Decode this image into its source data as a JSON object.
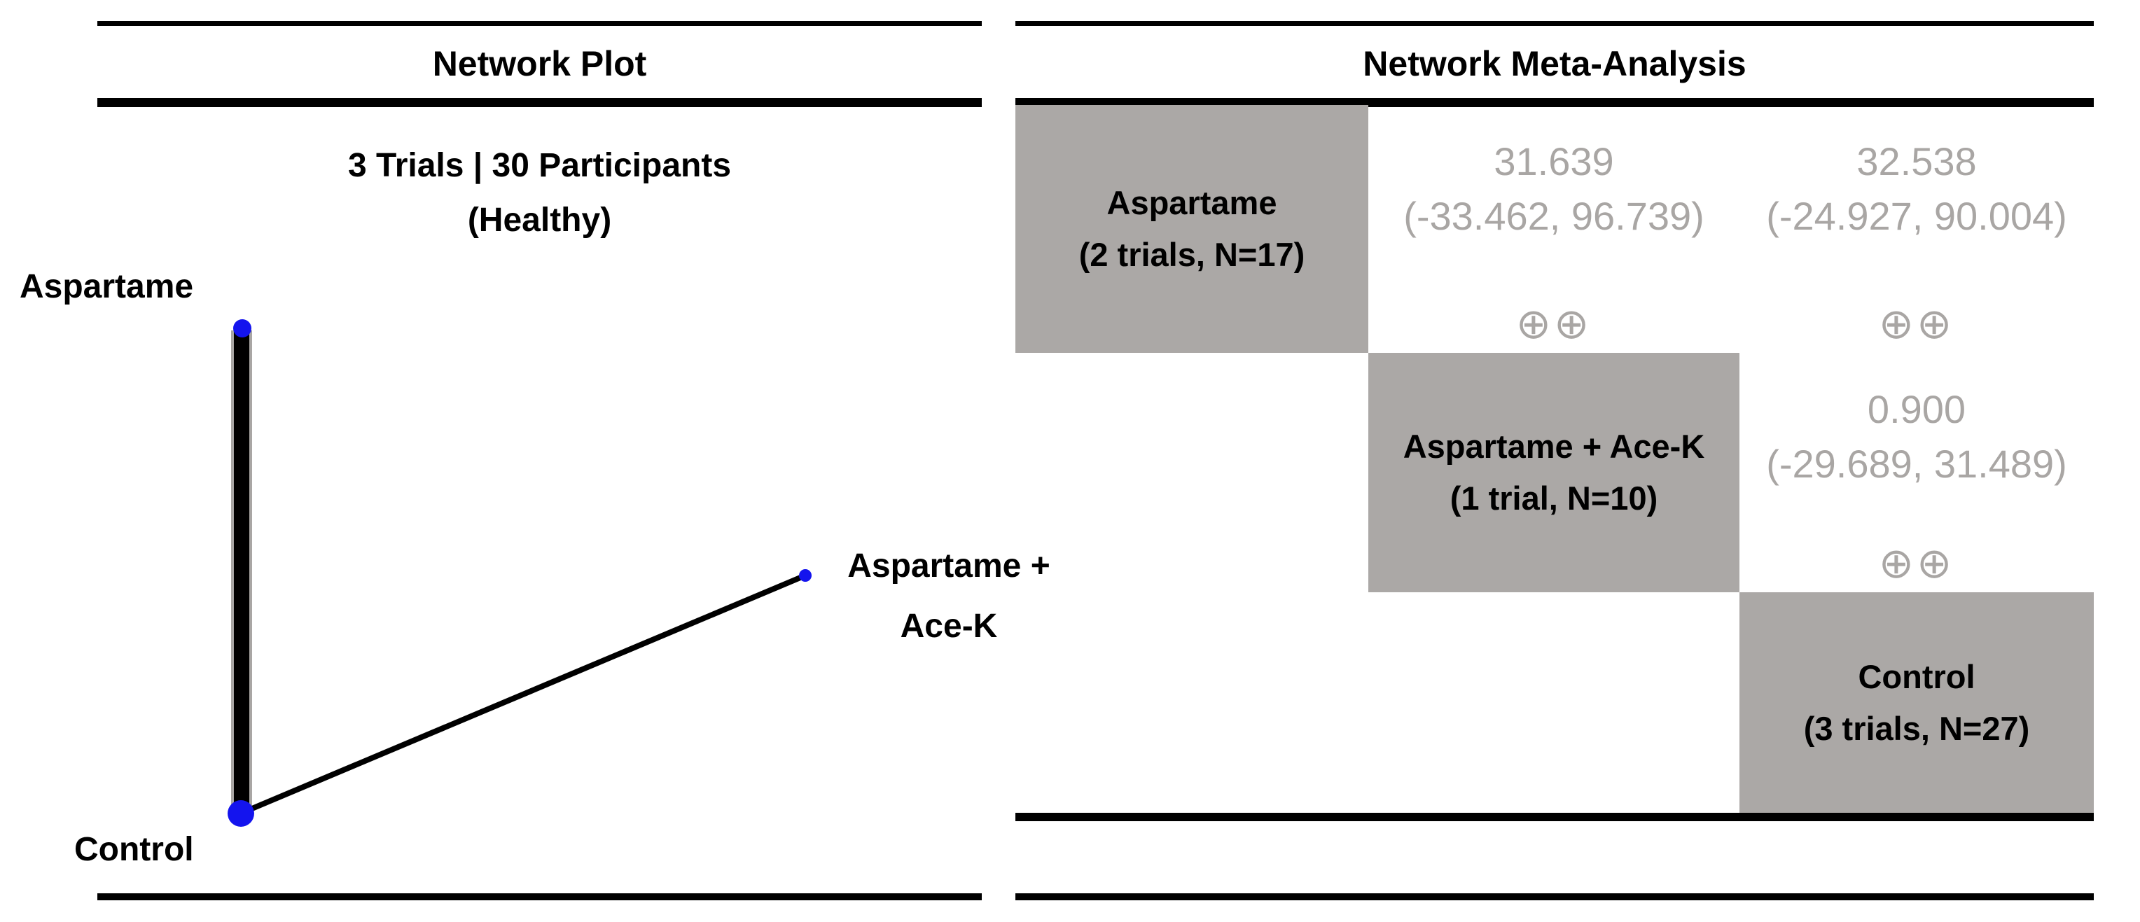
{
  "figure": {
    "left_panel": {
      "title": "Network Plot",
      "subtitle_line1": "3 Trials | 30 Participants",
      "subtitle_line2": "(Healthy)",
      "node_labels": {
        "aspartame": "Aspartame",
        "aspartame_acek_line1": "Aspartame +",
        "aspartame_acek_line2": "Ace-K",
        "control": "Control"
      }
    },
    "right_panel": {
      "title": "Network Meta-Analysis",
      "diagonal": [
        {
          "name": "Aspartame",
          "detail": "(2 trials, N=17)"
        },
        {
          "name": "Aspartame + Ace-K",
          "detail": "(1 trial, N=10)"
        },
        {
          "name": "Control",
          "detail": "(3 trials, N=27)"
        }
      ],
      "comparisons": [
        {
          "estimate": "31.639",
          "ci": "(-33.462, 96.739)",
          "grade": "⊕⊕"
        },
        {
          "estimate": "32.538",
          "ci": "(-24.927, 90.004)",
          "grade": "⊕⊕"
        },
        {
          "estimate": "0.900",
          "ci": "(-29.689, 31.489)",
          "grade": "⊕⊕"
        }
      ]
    },
    "colors": {
      "cell_gray": "#ABA8A6",
      "muted_text": "#A9A6A4",
      "node_blue": "#1414EE",
      "black": "#000000"
    }
  },
  "chart_data": [
    {
      "type": "scatter",
      "subtype": "network-plot",
      "title": "Network Plot",
      "subtitle": "3 Trials | 30 Participants (Healthy)",
      "nodes": [
        {
          "label": "Aspartame",
          "trials": 2,
          "n": 17,
          "node_size": "small"
        },
        {
          "label": "Aspartame + Ace-K",
          "trials": 1,
          "n": 10,
          "node_size": "small"
        },
        {
          "label": "Control",
          "trials": 3,
          "n": 27,
          "node_size": "large"
        }
      ],
      "edges": [
        {
          "from": "Aspartame",
          "to": "Control",
          "line_width": "thick",
          "trials": 2
        },
        {
          "from": "Aspartame + Ace-K",
          "to": "Control",
          "line_width": "thin",
          "trials": 1
        }
      ],
      "node_color": "#1414EE",
      "edge_color": "#000000"
    },
    {
      "type": "table",
      "subtype": "league-table",
      "title": "Network Meta-Analysis",
      "layout": "diagonal treatments (gray), upper triangle shows effect estimate (95% CI) and GRADE certainty symbols",
      "treatments": [
        "Aspartame (2 trials, N=17)",
        "Aspartame + Ace-K (1 trial, N=10)",
        "Control (3 trials, N=27)"
      ],
      "comparisons": [
        {
          "row": "Aspartame",
          "col": "Aspartame + Ace-K",
          "estimate": 31.639,
          "ci_low": -33.462,
          "ci_high": 96.739,
          "grade": "⊕⊕"
        },
        {
          "row": "Aspartame",
          "col": "Control",
          "estimate": 32.538,
          "ci_low": -24.927,
          "ci_high": 90.004,
          "grade": "⊕⊕"
        },
        {
          "row": "Aspartame + Ace-K",
          "col": "Control",
          "estimate": 0.9,
          "ci_low": -29.689,
          "ci_high": 31.489,
          "grade": "⊕⊕"
        }
      ]
    }
  ]
}
